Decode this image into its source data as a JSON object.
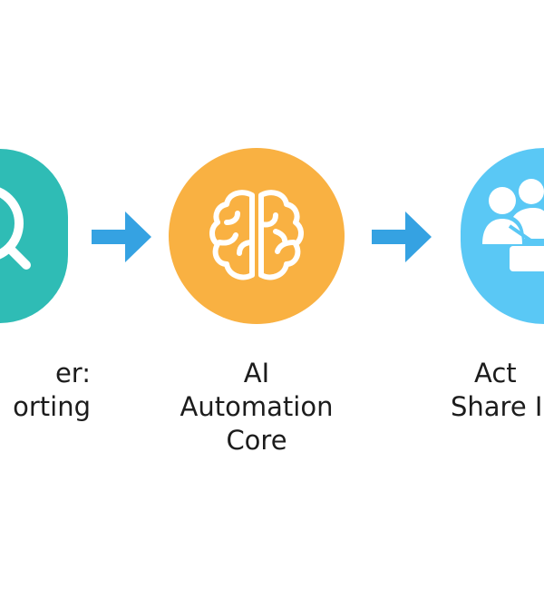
{
  "colors": {
    "step1": "#2fbcb5",
    "step2": "#f9b142",
    "step3": "#5ac8f5",
    "arrow": "#35a2e2",
    "icon": "#ffffff",
    "text": "#1c1c1c"
  },
  "steps": [
    {
      "icon": "magnifier-icon",
      "lines": [
        "er:",
        "orting"
      ]
    },
    {
      "icon": "brain-icon",
      "lines": [
        "AI",
        "Automation",
        "Core"
      ]
    },
    {
      "icon": "team-share-icon",
      "lines": [
        "Act",
        "Share I"
      ]
    }
  ],
  "connectors": [
    {
      "icon": "arrow-right-icon"
    },
    {
      "icon": "arrow-right-icon"
    }
  ]
}
